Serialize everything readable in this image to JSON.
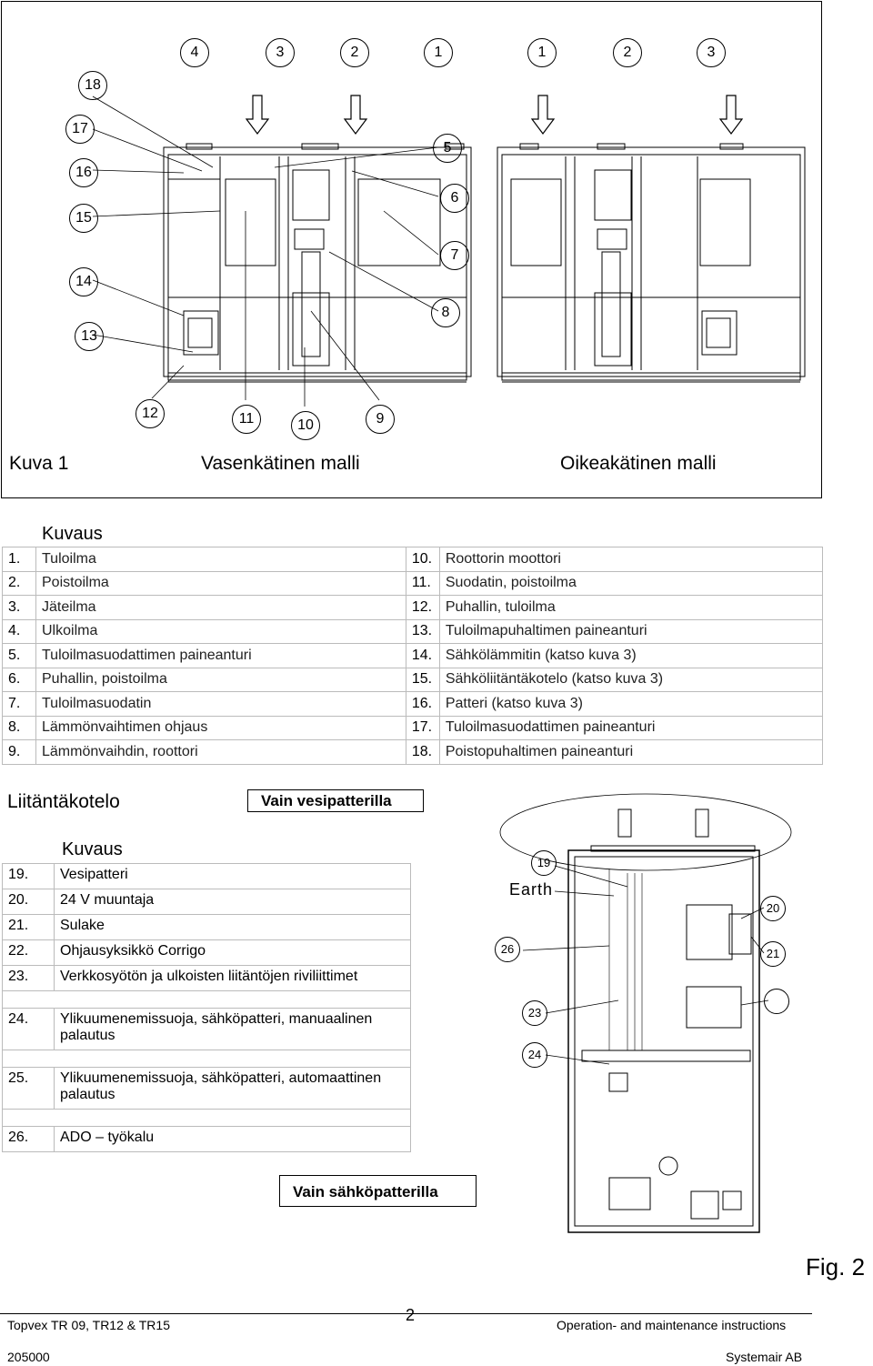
{
  "figure1": {
    "caption_label": "Kuva 1",
    "left_model": "Vasenkätinen malli",
    "right_model": "Oikeakätinen malli",
    "callout_numbers": [
      "18",
      "17",
      "16",
      "15",
      "14",
      "13",
      "12",
      "11",
      "10",
      "9",
      "8",
      "7",
      "6",
      "5",
      "4",
      "3",
      "2",
      "1"
    ]
  },
  "legend": {
    "heading": "Kuvaus",
    "items": [
      {
        "num": "1.",
        "text": "Tuloilma"
      },
      {
        "num": "2.",
        "text": "Poistoilma"
      },
      {
        "num": "3.",
        "text": "Jäteilma"
      },
      {
        "num": "4.",
        "text": "Ulkoilma"
      },
      {
        "num": "5.",
        "text": "Tuloilmasuodattimen paineanturi"
      },
      {
        "num": "6.",
        "text": "Puhallin, poistoilma"
      },
      {
        "num": "7.",
        "text": "Tuloilmasuodatin"
      },
      {
        "num": "8.",
        "text": "Lämmönvaihtimen ohjaus"
      },
      {
        "num": "9.",
        "text": "Lämmönvaihdin, roottori"
      },
      {
        "num": "10.",
        "text": "Roottorin moottori"
      },
      {
        "num": "11.",
        "text": "Suodatin, poistoilma"
      },
      {
        "num": "12.",
        "text": "Puhallin, tuloilma"
      },
      {
        "num": "13.",
        "text": "Tuloilmapuhaltimen paineanturi"
      },
      {
        "num": "14.",
        "text": "Sähkölämmitin (katso kuva 3)"
      },
      {
        "num": "15.",
        "text": "Sähköliitäntäkotelo (katso kuva 3)"
      },
      {
        "num": "16.",
        "text": "Patteri (katso kuva 3)"
      },
      {
        "num": "17.",
        "text": "Tuloilmasuodattimen paineanturi"
      },
      {
        "num": "18.",
        "text": "Poistopuhaltimen paineanturi"
      }
    ]
  },
  "box": {
    "title": "Liitäntäkotelo",
    "water_callout": "Vain vesipatterilla",
    "electric_callout": "Vain sähköpatterilla",
    "heading": "Kuvaus",
    "items": [
      {
        "num": "19.",
        "text": "Vesipatteri"
      },
      {
        "num": "20.",
        "text": "24 V muuntaja"
      },
      {
        "num": "21.",
        "text": "Sulake"
      },
      {
        "num": "22.",
        "text": "Ohjausyksikkö  Corrigo"
      },
      {
        "num": "23.",
        "text": "Verkkosyötön ja ulkoisten liitäntöjen riviliittimet"
      },
      {
        "num": "24.",
        "text": "Ylikuumenemissuoja, sähköpatteri, manuaalinen palautus"
      },
      {
        "num": "25.",
        "text": "Ylikuumenemissuoja, sähköpatteri, automaattinen palautus"
      },
      {
        "num": "26.",
        "text": "ADO – työkalu"
      }
    ],
    "drawing_labels": {
      "earth": "Earth",
      "n19": "19",
      "n20": "20",
      "n21": "21",
      "n23": "23",
      "n24": "24",
      "n26": "26"
    }
  },
  "fig2_label": "Fig. 2",
  "footer": {
    "page_number": "2",
    "left_top": "Topvex TR 09, TR12 & TR15",
    "right_top": "Operation- and maintenance instructions",
    "left_bottom": "205000",
    "right_bottom": "Systemair AB"
  }
}
